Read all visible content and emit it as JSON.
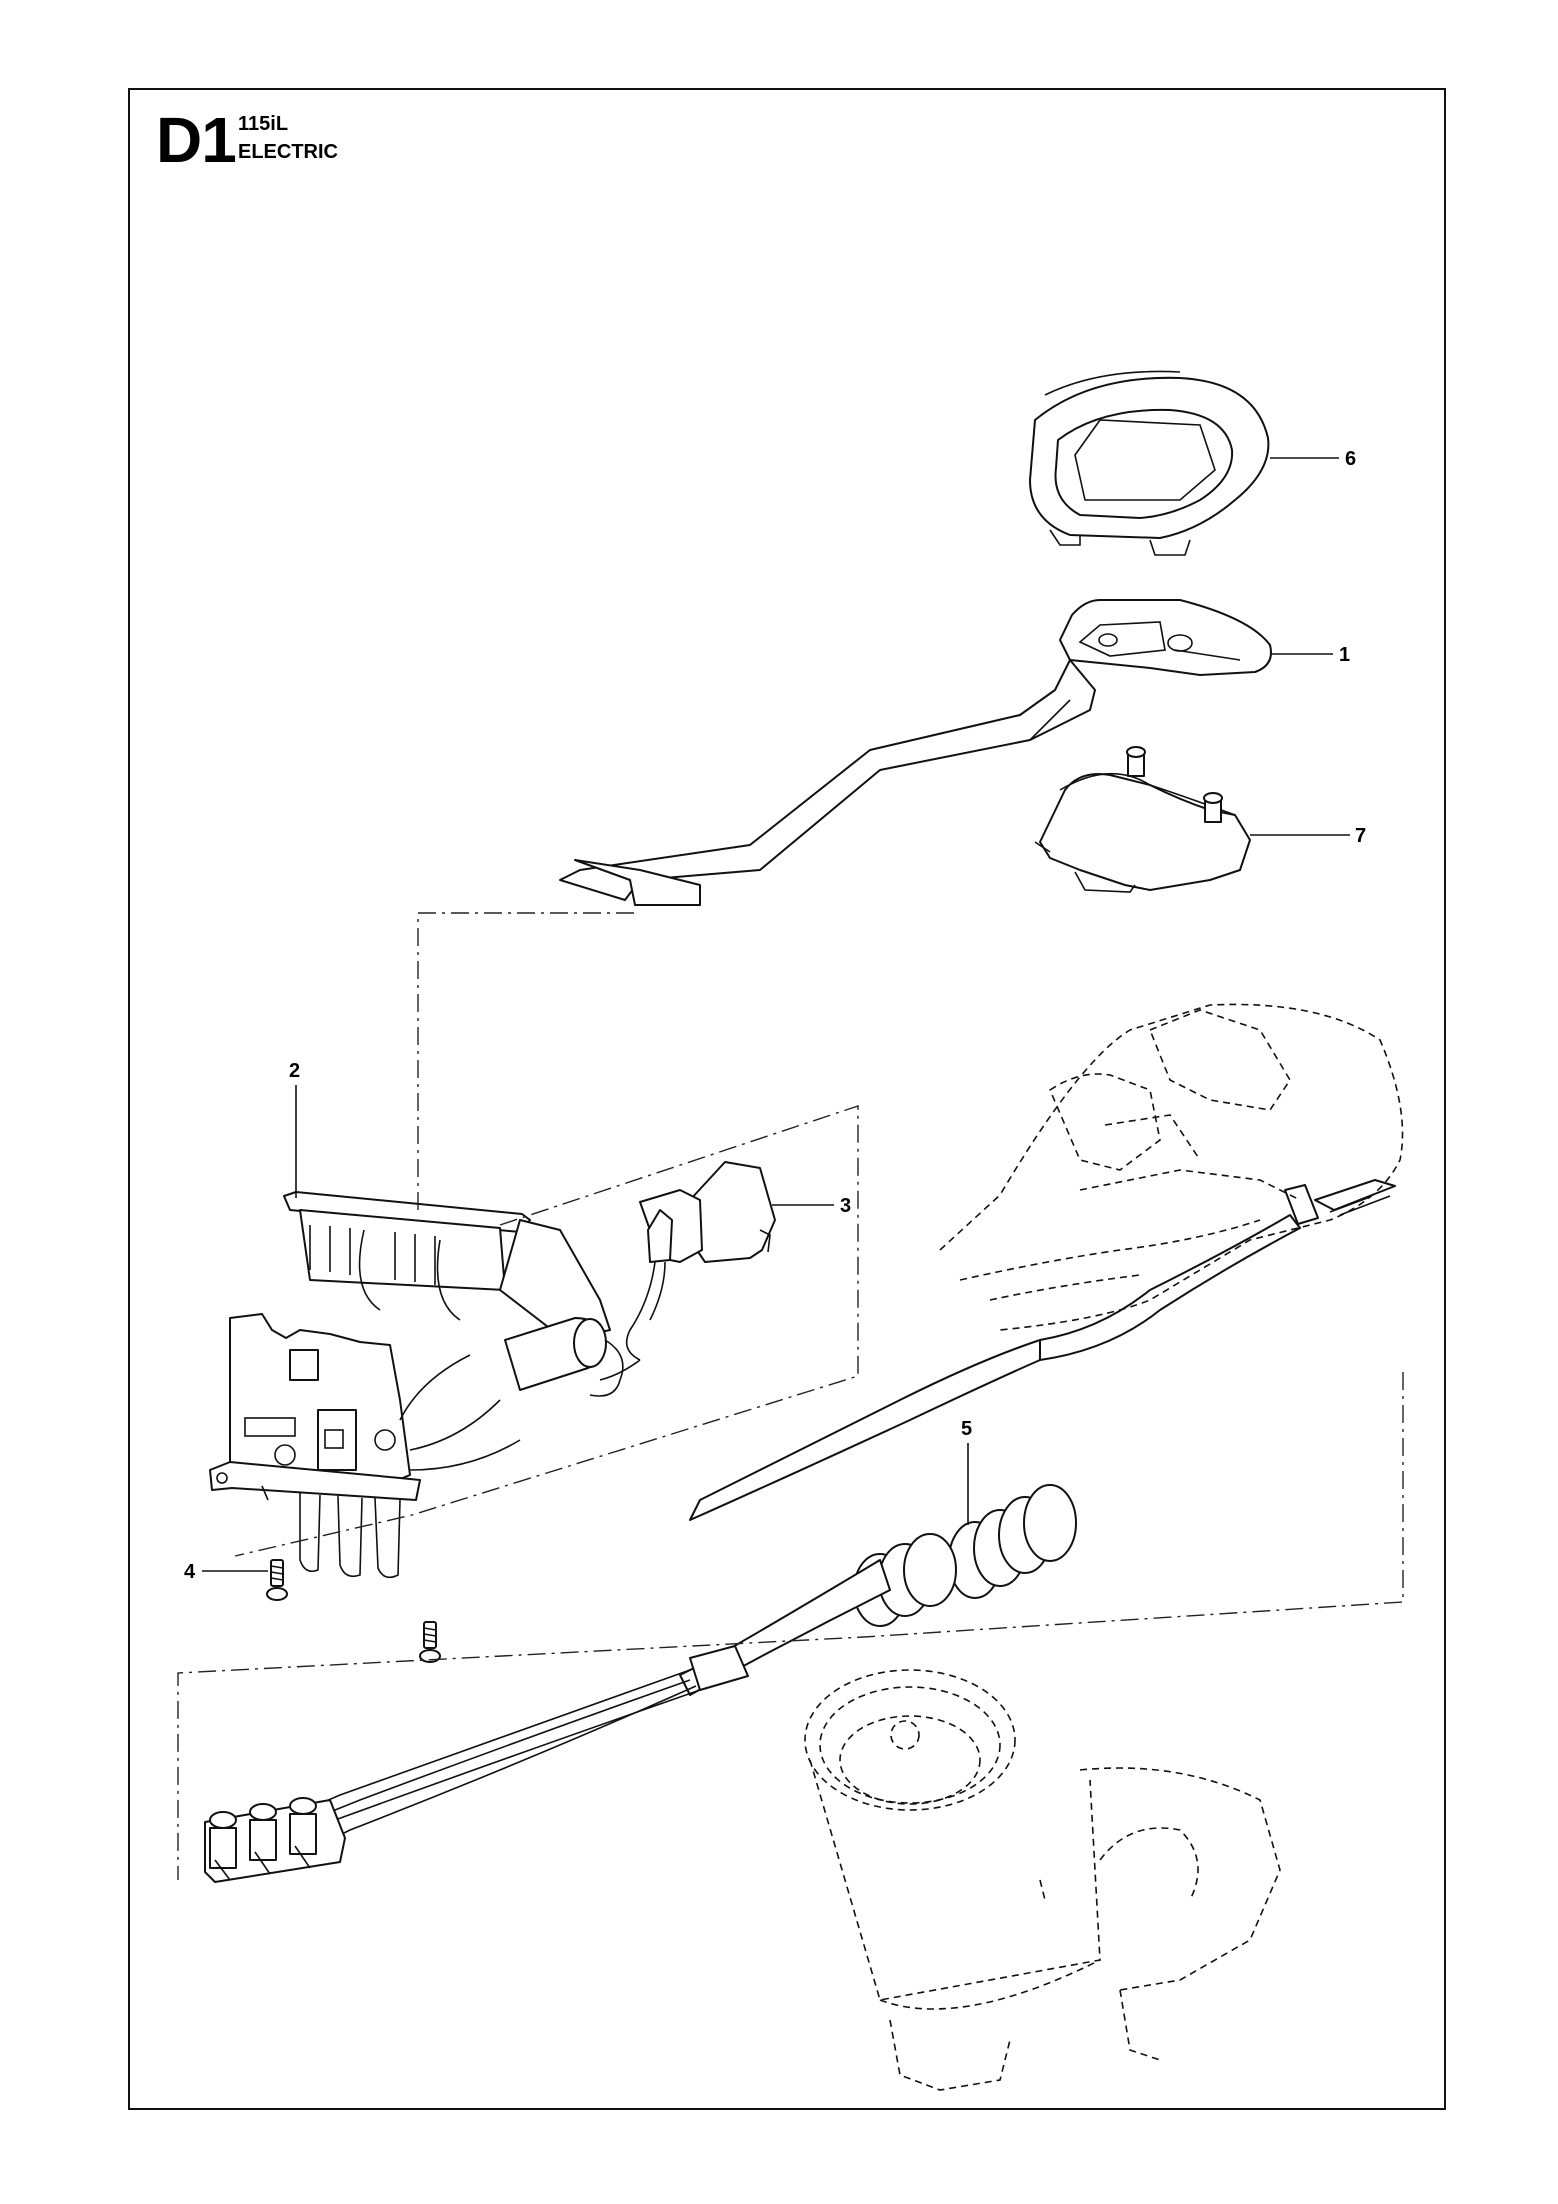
{
  "header": {
    "section_code": "D1",
    "model": "115iL",
    "title": "ELECTRIC"
  },
  "callouts": [
    {
      "id": "1",
      "label": "1"
    },
    {
      "id": "2",
      "label": "2"
    },
    {
      "id": "3",
      "label": "3"
    },
    {
      "id": "4",
      "label": "4"
    },
    {
      "id": "5",
      "label": "5"
    },
    {
      "id": "6",
      "label": "6"
    },
    {
      "id": "7",
      "label": "7"
    }
  ]
}
